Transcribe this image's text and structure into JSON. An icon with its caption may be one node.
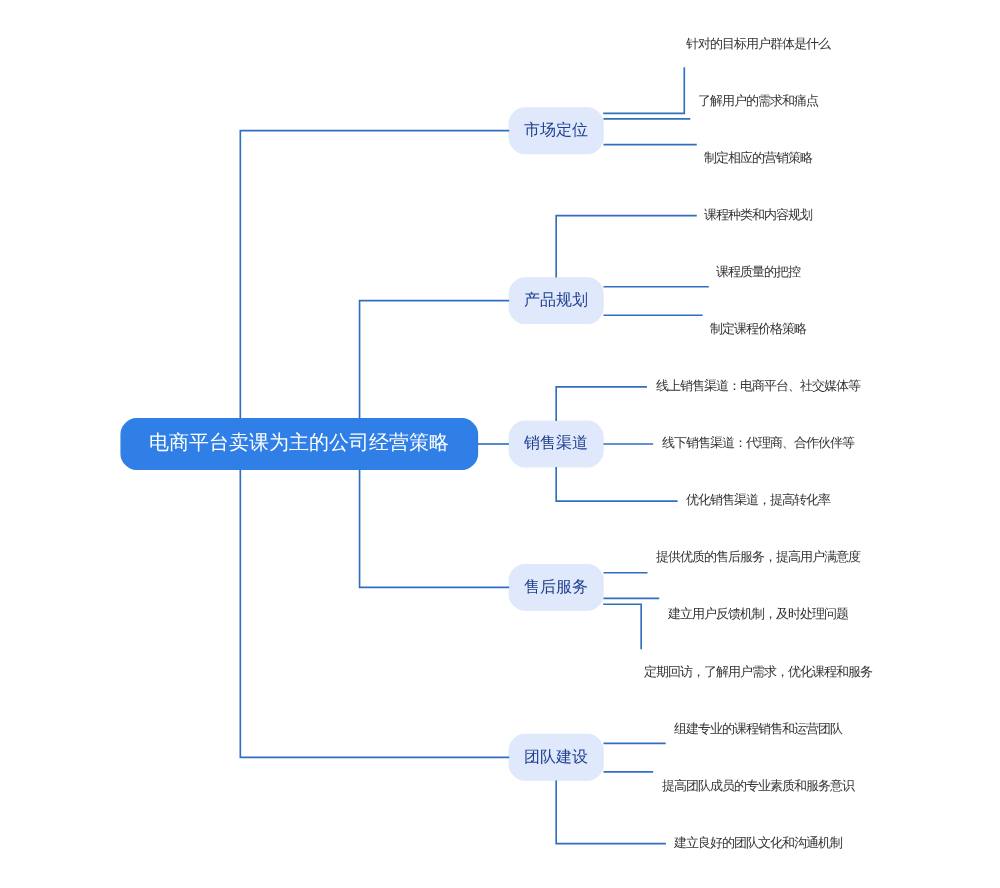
{
  "diagram": {
    "nodes": [
      {
        "text": [
          "电商平台卖课为主的公司经营策略"
        ]
      },
      {
        "text": [
          "市场定位"
        ]
      },
      {
        "text": [
          "针对的目标用户群体是什么"
        ]
      },
      {
        "text": [
          "了解用户的需求和痛点"
        ]
      },
      {
        "text": [
          "制定相应的营销策略"
        ]
      },
      {
        "text": [
          "产品规划"
        ]
      },
      {
        "text": [
          "课程种类和内容规划"
        ]
      },
      {
        "text": [
          "课程质量的把控"
        ]
      },
      {
        "text": [
          "制定课程价格策略"
        ]
      },
      {
        "text": [
          "销售渠道"
        ]
      },
      {
        "text": [
          "线上销售渠道：电商平台、社交媒体等"
        ]
      },
      {
        "text": [
          "线下销售渠道：代理商、合作伙伴等"
        ]
      },
      {
        "text": [
          "优化销售渠道，提高转化率"
        ]
      },
      {
        "text": [
          "售后服务"
        ]
      },
      {
        "text": [
          "提供优质的售后服务，提高用户满意度"
        ]
      },
      {
        "text": [
          "建立用户反馈机制，及时处理问题"
        ]
      },
      {
        "text": [
          "定期回访，了解用户需求，优化课程和服务"
        ]
      },
      {
        "text": [
          "团队建设"
        ]
      },
      {
        "text": [
          "组建专业的课程销售和运营团队"
        ]
      },
      {
        "text": [
          "提高团队成员的专业素质和服务意识"
        ]
      },
      {
        "text": [
          "建立良好的团队文化和沟通机制"
        ]
      }
    ],
    "edges": [
      {
        "from": 0,
        "to": 1,
        "arrow": "none"
      },
      {
        "from": 1,
        "to": 2,
        "arrow": "none"
      },
      {
        "from": 1,
        "to": 3,
        "arrow": "none"
      },
      {
        "from": 1,
        "to": 4,
        "arrow": "none"
      },
      {
        "from": 0,
        "to": 5,
        "arrow": "none"
      },
      {
        "from": 5,
        "to": 6,
        "arrow": "none"
      },
      {
        "from": 5,
        "to": 7,
        "arrow": "none"
      },
      {
        "from": 5,
        "to": 8,
        "arrow": "none"
      },
      {
        "from": 0,
        "to": 9,
        "arrow": "none"
      },
      {
        "from": 9,
        "to": 10,
        "arrow": "none"
      },
      {
        "from": 9,
        "to": 11,
        "arrow": "none"
      },
      {
        "from": 9,
        "to": 12,
        "arrow": "none"
      },
      {
        "from": 0,
        "to": 13,
        "arrow": "none"
      },
      {
        "from": 13,
        "to": 14,
        "arrow": "none"
      },
      {
        "from": 13,
        "to": 15,
        "arrow": "none"
      },
      {
        "from": 13,
        "to": 16,
        "arrow": "none"
      },
      {
        "from": 0,
        "to": 17,
        "arrow": "none"
      },
      {
        "from": 17,
        "to": 18,
        "arrow": "none"
      },
      {
        "from": 17,
        "to": 19,
        "arrow": "none"
      },
      {
        "from": 17,
        "to": 20,
        "arrow": "none"
      }
    ]
  }
}
